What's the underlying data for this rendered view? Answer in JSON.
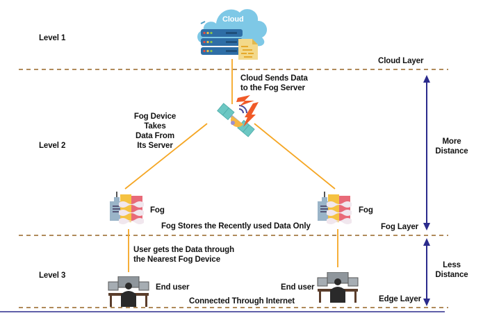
{
  "levels": {
    "level1": "Level 1",
    "level2": "Level 2",
    "level3": "Level 3"
  },
  "layers": {
    "cloud": "Cloud Layer",
    "fog": "Fog Layer",
    "edge": "Edge Layer"
  },
  "cloud": {
    "label": "Cloud"
  },
  "annotations": {
    "cloud_sends_1": "Cloud Sends Data",
    "cloud_sends_2": "to the Fog Server",
    "fog_device_1": "Fog Device",
    "fog_device_2": "Takes",
    "fog_device_3": "Data From",
    "fog_device_4": "Its Server",
    "fog_stores": "Fog Stores the Recently used Data Only",
    "user_gets_1": "User gets the Data through",
    "user_gets_2": "the Nearest Fog Device",
    "connected": "Connected Through Internet"
  },
  "nodes": {
    "fog_left": "Fog",
    "fog_right": "Fog",
    "end_user_left": "End user",
    "end_user_right": "End user"
  },
  "distance": {
    "more_1": "More",
    "more_2": "Distance",
    "less_1": "Less",
    "less_2": "Distance"
  },
  "colors": {
    "connector": "#f5a623",
    "divider": "#b08a5a",
    "arrow": "#2a2a8c",
    "cloud": "#7ec8e6",
    "server": "#2e6ea6"
  }
}
